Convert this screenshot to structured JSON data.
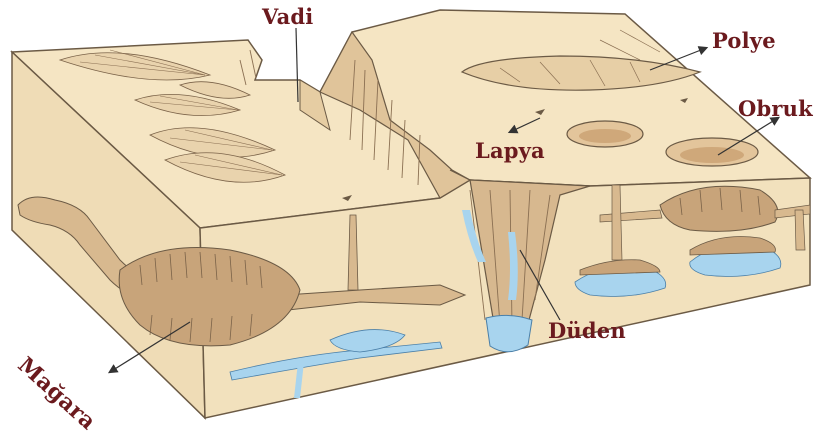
{
  "labels": {
    "vadi": "Vadi",
    "polye": "Polye",
    "obruk": "Obruk",
    "lapya": "Lapya",
    "duden": "Düden",
    "magara": "Mağara"
  },
  "colors": {
    "label_text": "#6b1a1e",
    "rock_top": "#f5e5c3",
    "rock_side": "#efdcb6",
    "rock_edge": "#6b5a45",
    "cave_fill": "#d8b98f",
    "water": "#a8d4ee",
    "arrow": "#333333"
  }
}
